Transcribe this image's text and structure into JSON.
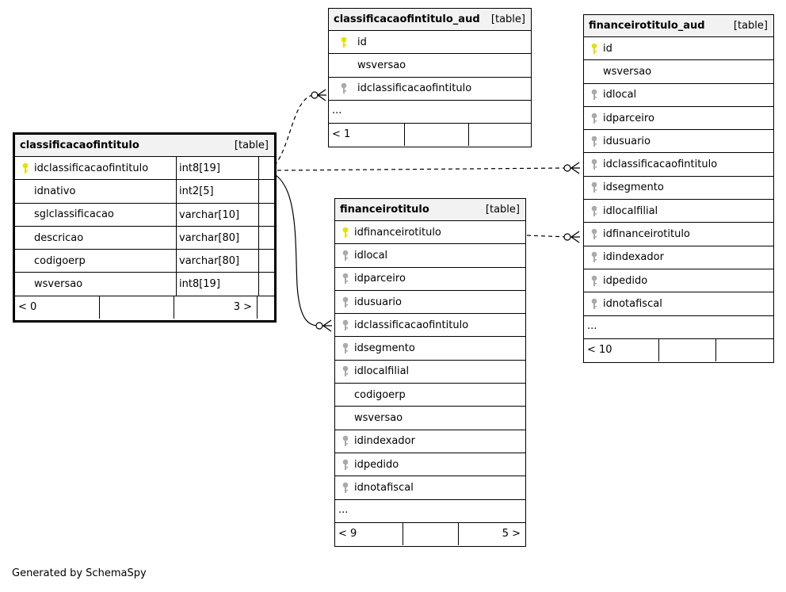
{
  "footer_text": "Generated by SchemaSpy",
  "tables": {
    "classificacaofintitulo": {
      "name": "classificacaofintitulo",
      "type_label": "[table]",
      "columns": [
        {
          "name": "idclassificacaofintitulo",
          "type": "int8[19]",
          "key": "primary"
        },
        {
          "name": "idnativo",
          "type": "int2[5]",
          "key": "none"
        },
        {
          "name": "sglclassificacao",
          "type": "varchar[10]",
          "key": "none"
        },
        {
          "name": "descricao",
          "type": "varchar[80]",
          "key": "none"
        },
        {
          "name": "codigoerp",
          "type": "varchar[80]",
          "key": "none"
        },
        {
          "name": "wsversao",
          "type": "int8[19]",
          "key": "none"
        }
      ],
      "footer": {
        "parents": "< 0",
        "middle": "",
        "children": "3 >"
      }
    },
    "classificacaofintitulo_aud": {
      "name": "classificacaofintitulo_aud",
      "type_label": "[table]",
      "columns": [
        {
          "name": "id",
          "key": "primary"
        },
        {
          "name": "wsversao",
          "key": "none"
        },
        {
          "name": "idclassificacaofintitulo",
          "key": "foreign"
        }
      ],
      "more": "...",
      "footer": {
        "parents": "< 1",
        "middle": "",
        "children": ""
      }
    },
    "financeirotitulo": {
      "name": "financeirotitulo",
      "type_label": "[table]",
      "columns": [
        {
          "name": "idfinanceirotitulo",
          "key": "primary"
        },
        {
          "name": "idlocal",
          "key": "foreign"
        },
        {
          "name": "idparceiro",
          "key": "foreign"
        },
        {
          "name": "idusuario",
          "key": "foreign"
        },
        {
          "name": "idclassificacaofintitulo",
          "key": "foreign"
        },
        {
          "name": "idsegmento",
          "key": "foreign"
        },
        {
          "name": "idlocalfilial",
          "key": "foreign"
        },
        {
          "name": "codigoerp",
          "key": "none"
        },
        {
          "name": "wsversao",
          "key": "none"
        },
        {
          "name": "idindexador",
          "key": "foreign"
        },
        {
          "name": "idpedido",
          "key": "foreign"
        },
        {
          "name": "idnotafiscal",
          "key": "foreign"
        }
      ],
      "more": "...",
      "footer": {
        "parents": "< 9",
        "middle": "",
        "children": "5 >"
      }
    },
    "financeirotitulo_aud": {
      "name": "financeirotitulo_aud",
      "type_label": "[table]",
      "columns": [
        {
          "name": "id",
          "key": "primary"
        },
        {
          "name": "wsversao",
          "key": "none"
        },
        {
          "name": "idlocal",
          "key": "foreign"
        },
        {
          "name": "idparceiro",
          "key": "foreign"
        },
        {
          "name": "idusuario",
          "key": "foreign"
        },
        {
          "name": "idclassificacaofintitulo",
          "key": "foreign"
        },
        {
          "name": "idsegmento",
          "key": "foreign"
        },
        {
          "name": "idlocalfilial",
          "key": "foreign"
        },
        {
          "name": "idfinanceirotitulo",
          "key": "foreign"
        },
        {
          "name": "idindexador",
          "key": "foreign"
        },
        {
          "name": "idpedido",
          "key": "foreign"
        },
        {
          "name": "idnotafiscal",
          "key": "foreign"
        }
      ],
      "more": "...",
      "footer": {
        "parents": "< 10",
        "middle": "",
        "children": ""
      }
    }
  },
  "colors": {
    "primary_key": "#e8e000",
    "foreign_key": "#aaaaaa",
    "header_bg": "#f2f2f2"
  }
}
